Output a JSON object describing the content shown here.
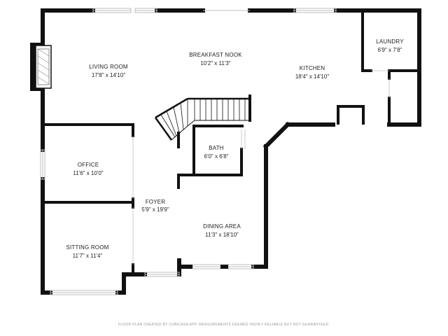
{
  "rooms": {
    "living_room": {
      "name": "LIVING ROOM",
      "dims": "17'8\" x 14'10\""
    },
    "breakfast_nook": {
      "name": "BREAKFAST NOOK",
      "dims": "10'2\" x 11'3\""
    },
    "kitchen": {
      "name": "KITCHEN",
      "dims": "18'4\" x 14'10\""
    },
    "laundry": {
      "name": "LAUNDRY",
      "dims": "6'9\" x 7'8\""
    },
    "office": {
      "name": "OFFICE",
      "dims": "11'6\" x 10'0\""
    },
    "bath": {
      "name": "BATH",
      "dims": "6'0\" x 6'8\""
    },
    "foyer": {
      "name": "FOYER",
      "dims": "5'9\" x 19'9\""
    },
    "dining_area": {
      "name": "DINING AREA",
      "dims": "11'3\" x 18'10\""
    },
    "sitting_room": {
      "name": "SITTING ROOM",
      "dims": "11'7\" x 11'4\""
    }
  },
  "footer": {
    "text": "FLOOR PLAN CREATED BY CUBICASA APP. MEASUREMENTS DEEMED HIGHLY RELIABLE BUT NOT GUARANTEED."
  },
  "colors": {
    "wall": "#111111",
    "window": "#bdbdbd",
    "fireplace": "#8a8a8a"
  }
}
